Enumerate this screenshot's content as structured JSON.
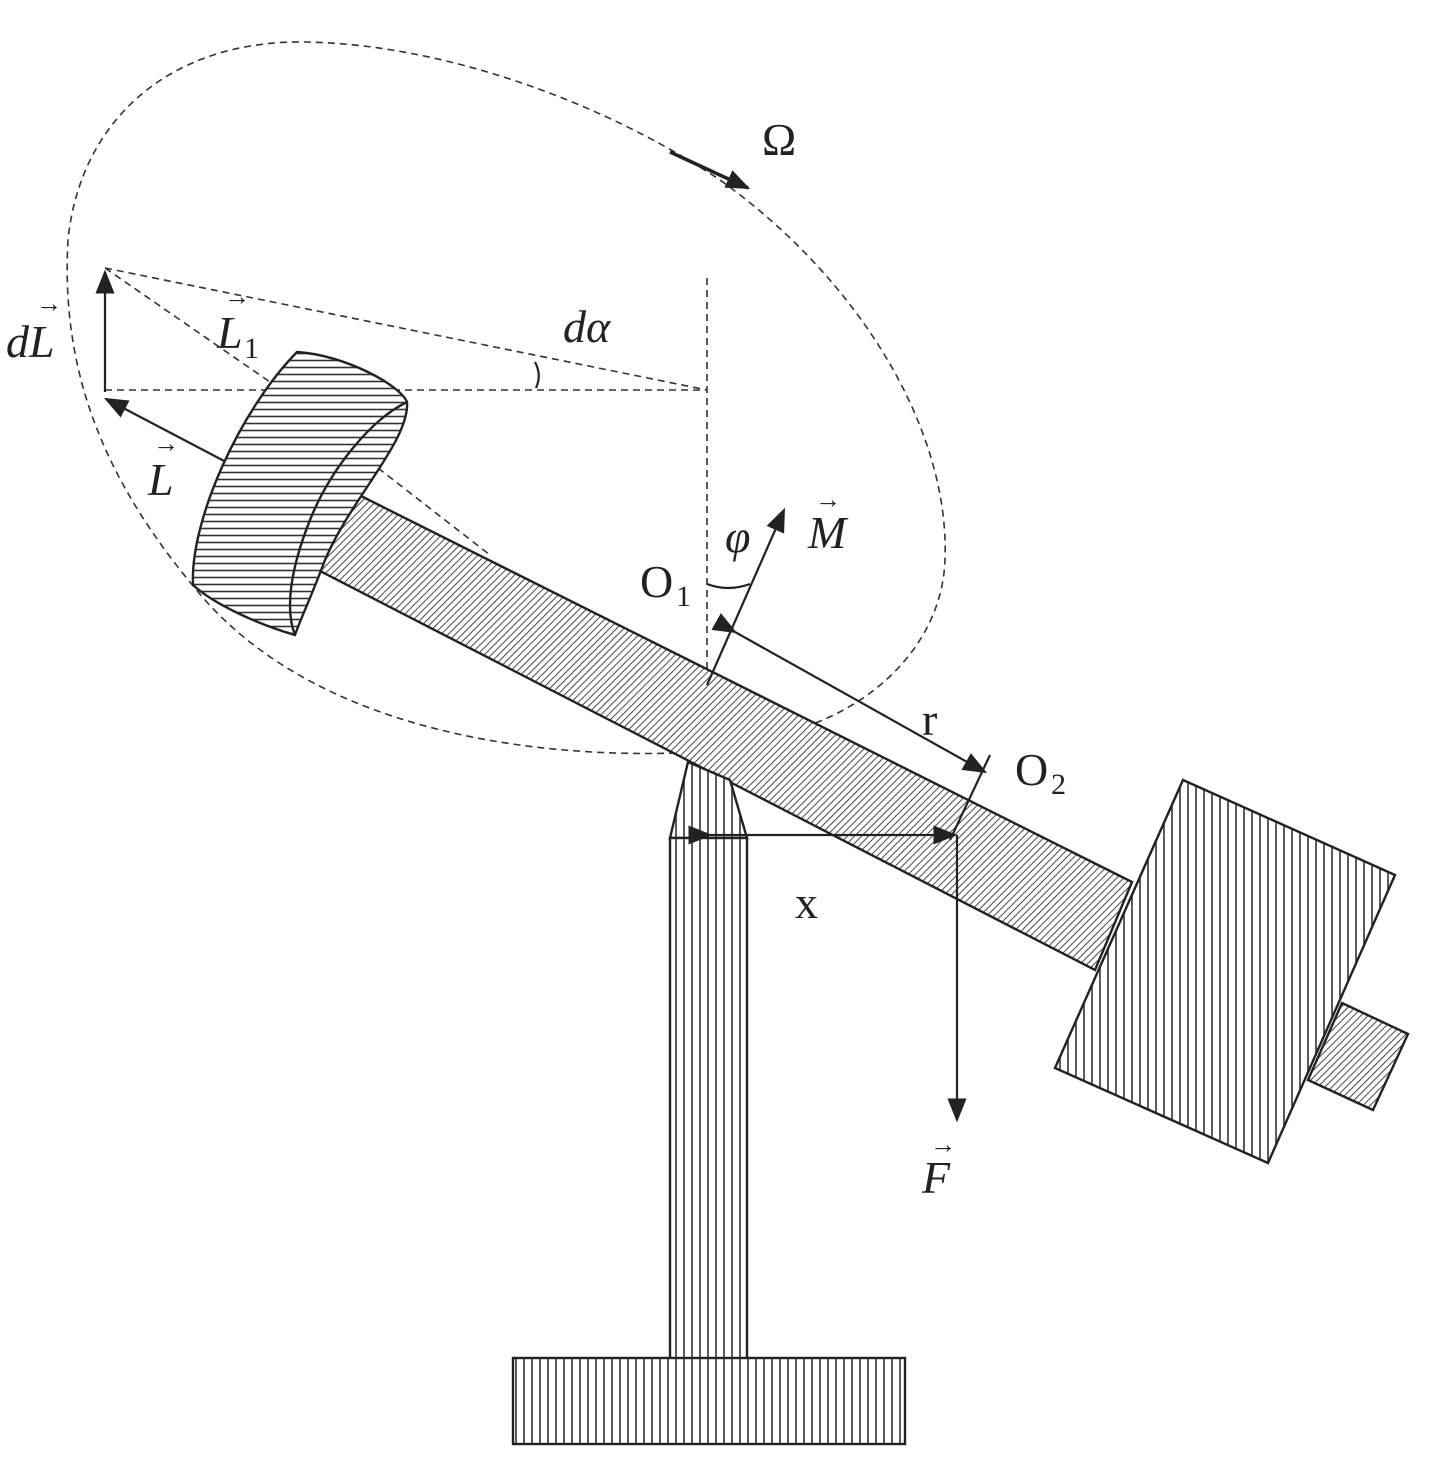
{
  "diagram": {
    "labels": {
      "omega": "Ω",
      "d_alpha": "dα",
      "dL": "dL",
      "L1": "L",
      "L1_sub": "1",
      "L": "L",
      "phi": "φ",
      "M": "M",
      "O1": "O",
      "O1_sub": "1",
      "r": "r",
      "O2": "O",
      "O2_sub": "2",
      "x": "x",
      "F": "F"
    }
  }
}
